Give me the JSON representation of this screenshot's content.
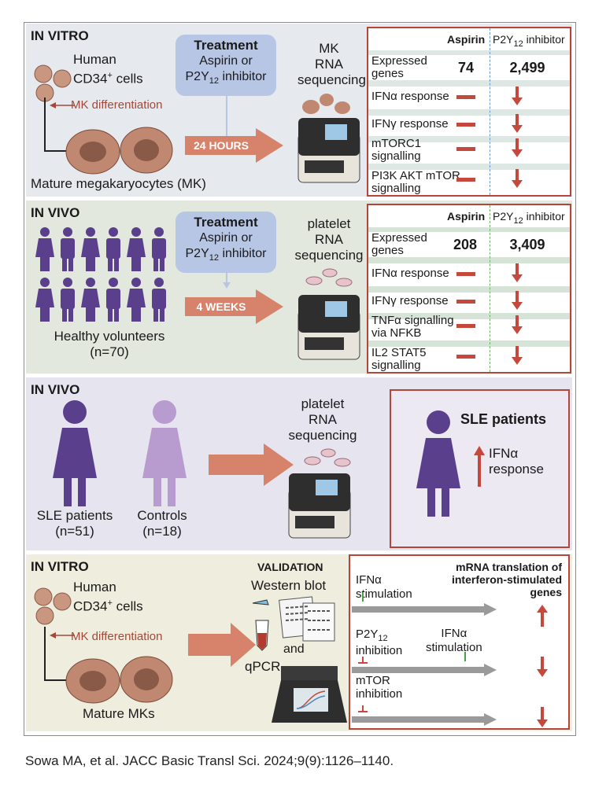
{
  "colors": {
    "accent": "#b5443a",
    "arrow": "#d7826a",
    "purple": "#5a3f8c",
    "lightpurple": "#b89cd0",
    "treatment": "#b8c6e6"
  },
  "panel1": {
    "title": "IN VITRO",
    "cells_line1": "Human",
    "cells_line2": "CD34",
    "cells_sup": "+",
    "cells_line2b": " cells",
    "mk_diff": "MK differentiation",
    "mature": "Mature megakaryocytes (MK)",
    "treatment_title": "Treatment",
    "treatment_l1": "Aspirin or",
    "treatment_l2a": "P2Y",
    "treatment_sub": "12",
    "treatment_l2b": " inhibitor",
    "duration": "24 HOURS",
    "seq_l1": "MK",
    "seq_l2": "RNA",
    "seq_l3": "sequencing",
    "table": {
      "col1": "Aspirin",
      "col2a": "P2Y",
      "col2sub": "12",
      "col2b": " inhibitor",
      "rows": [
        {
          "label1": "Expressed",
          "label2": "genes",
          "aspirin": "74",
          "p2y12": "2,499"
        },
        {
          "label1": "IFNα response",
          "label2": ""
        },
        {
          "label1": "IFNγ response",
          "label2": ""
        },
        {
          "label1": "mTORC1",
          "label2": "signalling"
        },
        {
          "label1": "PI3K AKT mTOR",
          "label2": "signalling"
        }
      ]
    }
  },
  "panel2": {
    "title": "IN VIVO",
    "treatment_title": "Treatment",
    "treatment_l1": "Aspirin or",
    "treatment_l2a": "P2Y",
    "treatment_sub": "12",
    "treatment_l2b": " inhibitor",
    "duration": "4 WEEKS",
    "seq_l1": "platelet",
    "seq_l2": "RNA",
    "seq_l3": "sequencing",
    "volunteers": "Healthy volunteers",
    "n": "(n=70)",
    "table": {
      "col1": "Aspirin",
      "col2a": "P2Y",
      "col2sub": "12",
      "col2b": " inhibitor",
      "rows": [
        {
          "label1": "Expressed",
          "label2": "genes",
          "aspirin": "208",
          "p2y12": "3,409"
        },
        {
          "label1": "IFNα response",
          "label2": ""
        },
        {
          "label1": "IFNγ response",
          "label2": ""
        },
        {
          "label1": "TNFα signalling",
          "label2": "via NFKB"
        },
        {
          "label1": "IL2 STAT5",
          "label2": "signalling"
        }
      ]
    }
  },
  "panel3": {
    "title": "IN VIVO",
    "sle": "SLE patients",
    "sle_n": "(n=51)",
    "controls": "Controls",
    "controls_n": "(n=18)",
    "seq_l1": "platelet",
    "seq_l2": "RNA",
    "seq_l3": "sequencing",
    "result_title": "SLE patients",
    "result_l1": "IFNα",
    "result_l2": "response"
  },
  "panel4": {
    "title": "IN VITRO",
    "cells_line1": "Human",
    "cells_line2": "CD34",
    "cells_sup": "+",
    "cells_line2b": " cells",
    "mk_diff": "MK differentiation",
    "mature": "Mature MKs",
    "validation": "VALIDATION",
    "western": "Western blot",
    "and": "and",
    "qpcr": "qPCR",
    "box": {
      "title1": "mRNA translation of",
      "title2": "interferon-stimulated",
      "title3": "genes",
      "ifna_stim1": "IFNα",
      "ifna_stim2": "stimulation",
      "p2y_a": "P2Y",
      "p2y_sub": "12",
      "p2y_b": "inhibition",
      "ifna2_1": "IFNα",
      "ifna2_2": "stimulation",
      "mtor1": "mTOR",
      "mtor2": "inhibition"
    }
  },
  "citation": "Sowa MA, et al. JACC Basic Transl Sci. 2024;9(9):1126–1140."
}
